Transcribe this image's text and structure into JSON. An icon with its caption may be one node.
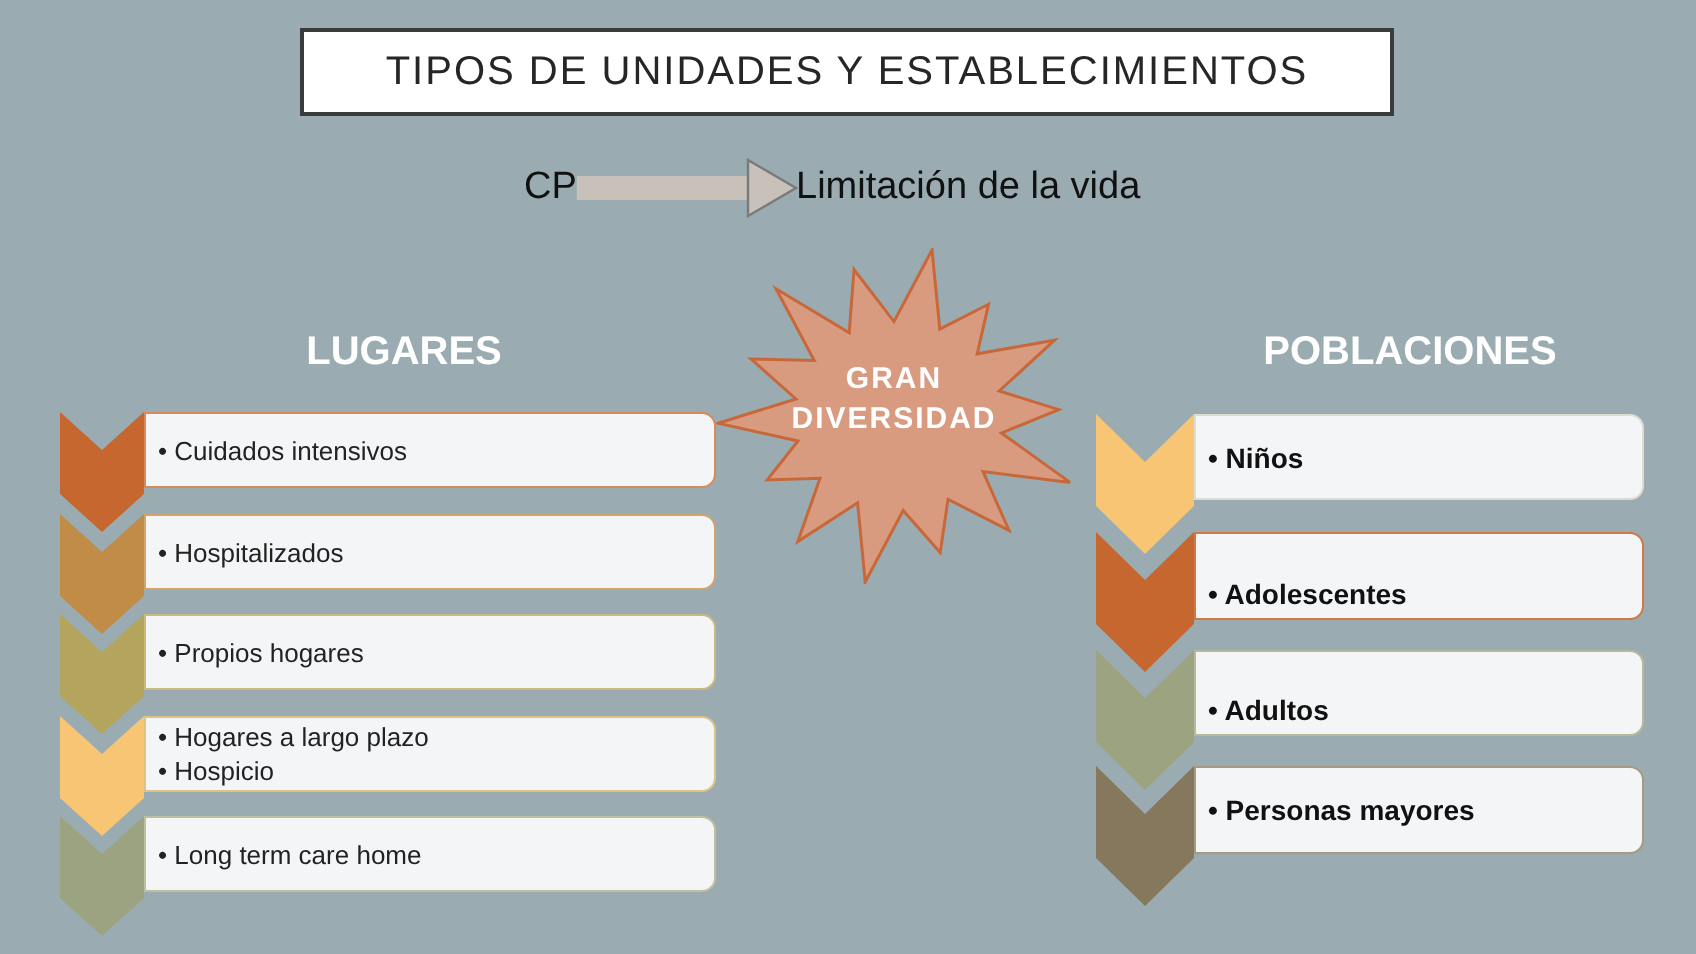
{
  "diagram": {
    "title": "TIPOS DE UNIDADES Y ESTABLECIMIENTOS",
    "nodes": [
      {
        "text": [
          "CP"
        ]
      },
      {
        "text": [
          "Limitación de la vida"
        ]
      },
      {
        "text": [
          "GRAN DIVERSIDAD"
        ]
      },
      {
        "text": [],
        "shape": "chevron"
      },
      {
        "text": [
          "• Cuidados intensivos"
        ]
      },
      {
        "text": [],
        "shape": "chevron"
      },
      {
        "text": [
          "• Hospitalizados"
        ]
      },
      {
        "text": [],
        "shape": "chevron"
      },
      {
        "text": [
          "• Propios hogares"
        ]
      },
      {
        "text": [],
        "shape": "chevron"
      },
      {
        "text": [
          "• Hogares a largo plazo",
          "• Hospicio"
        ]
      },
      {
        "text": [],
        "shape": "chevron"
      },
      {
        "text": [
          "• Long term care home"
        ]
      },
      {
        "text": [],
        "shape": "chevron"
      },
      {
        "text": [
          "• Niños"
        ]
      },
      {
        "text": [],
        "shape": "chevron"
      },
      {
        "text": [
          "• Adolescentes"
        ]
      },
      {
        "text": [],
        "shape": "chevron"
      },
      {
        "text": [
          "• Adultos"
        ]
      },
      {
        "text": [],
        "shape": "chevron"
      },
      {
        "text": [
          "• Personas mayores"
        ]
      }
    ],
    "edges": [
      {
        "from": 0,
        "to": 1,
        "arrow": "to"
      }
    ],
    "labels": [
      "LUGARES",
      "POBLACIONES"
    ]
  }
}
